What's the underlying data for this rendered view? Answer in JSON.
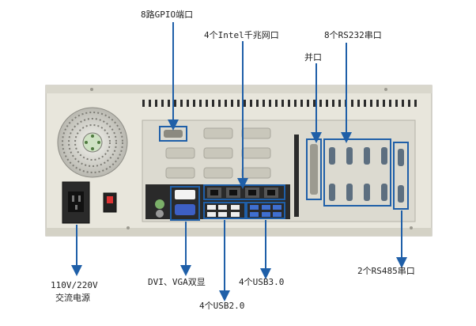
{
  "labels": {
    "gpio": "8路GPIO端口",
    "lan": "4个Intel千兆网口",
    "rs232": "8个RS232串口",
    "parallel": "并口",
    "power": "110V/220V",
    "power_sub": "交流电源",
    "display": "DVI、VGA双显",
    "usb3": "4个USB3.0",
    "usb2": "4个USB2.0",
    "rs485": "2个RS485串口"
  },
  "colors": {
    "accent": "#1f5fa8",
    "chassis": "#e8e6dc",
    "chassis_edge": "#bdbbb0",
    "panel_dark": "#2a2a2a"
  },
  "counts": {
    "lan_ports": 4,
    "rs232_ports": 8,
    "rs485_ports": 2,
    "usb_ports": 8
  }
}
